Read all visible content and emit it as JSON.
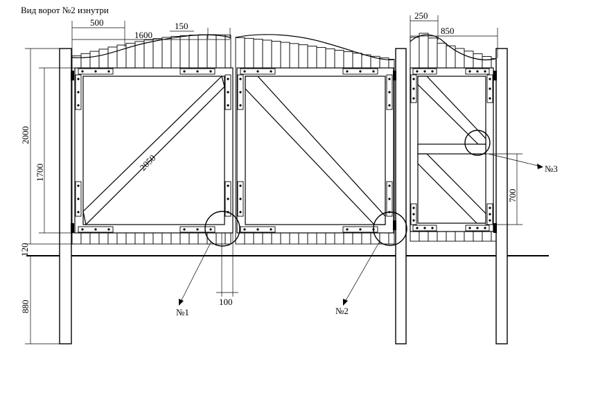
{
  "title": "Вид ворот №2 изнутри",
  "dimensions": {
    "d500": "500",
    "d1600": "1600",
    "d150": "150",
    "d250": "250",
    "d850": "850",
    "d2000": "2000",
    "d1700": "1700",
    "d2050": "2050",
    "d700": "700",
    "d120": "120",
    "d880": "880",
    "d100": "100"
  },
  "callouts": {
    "n1": "№1",
    "n2": "№2",
    "n3": "№3"
  }
}
